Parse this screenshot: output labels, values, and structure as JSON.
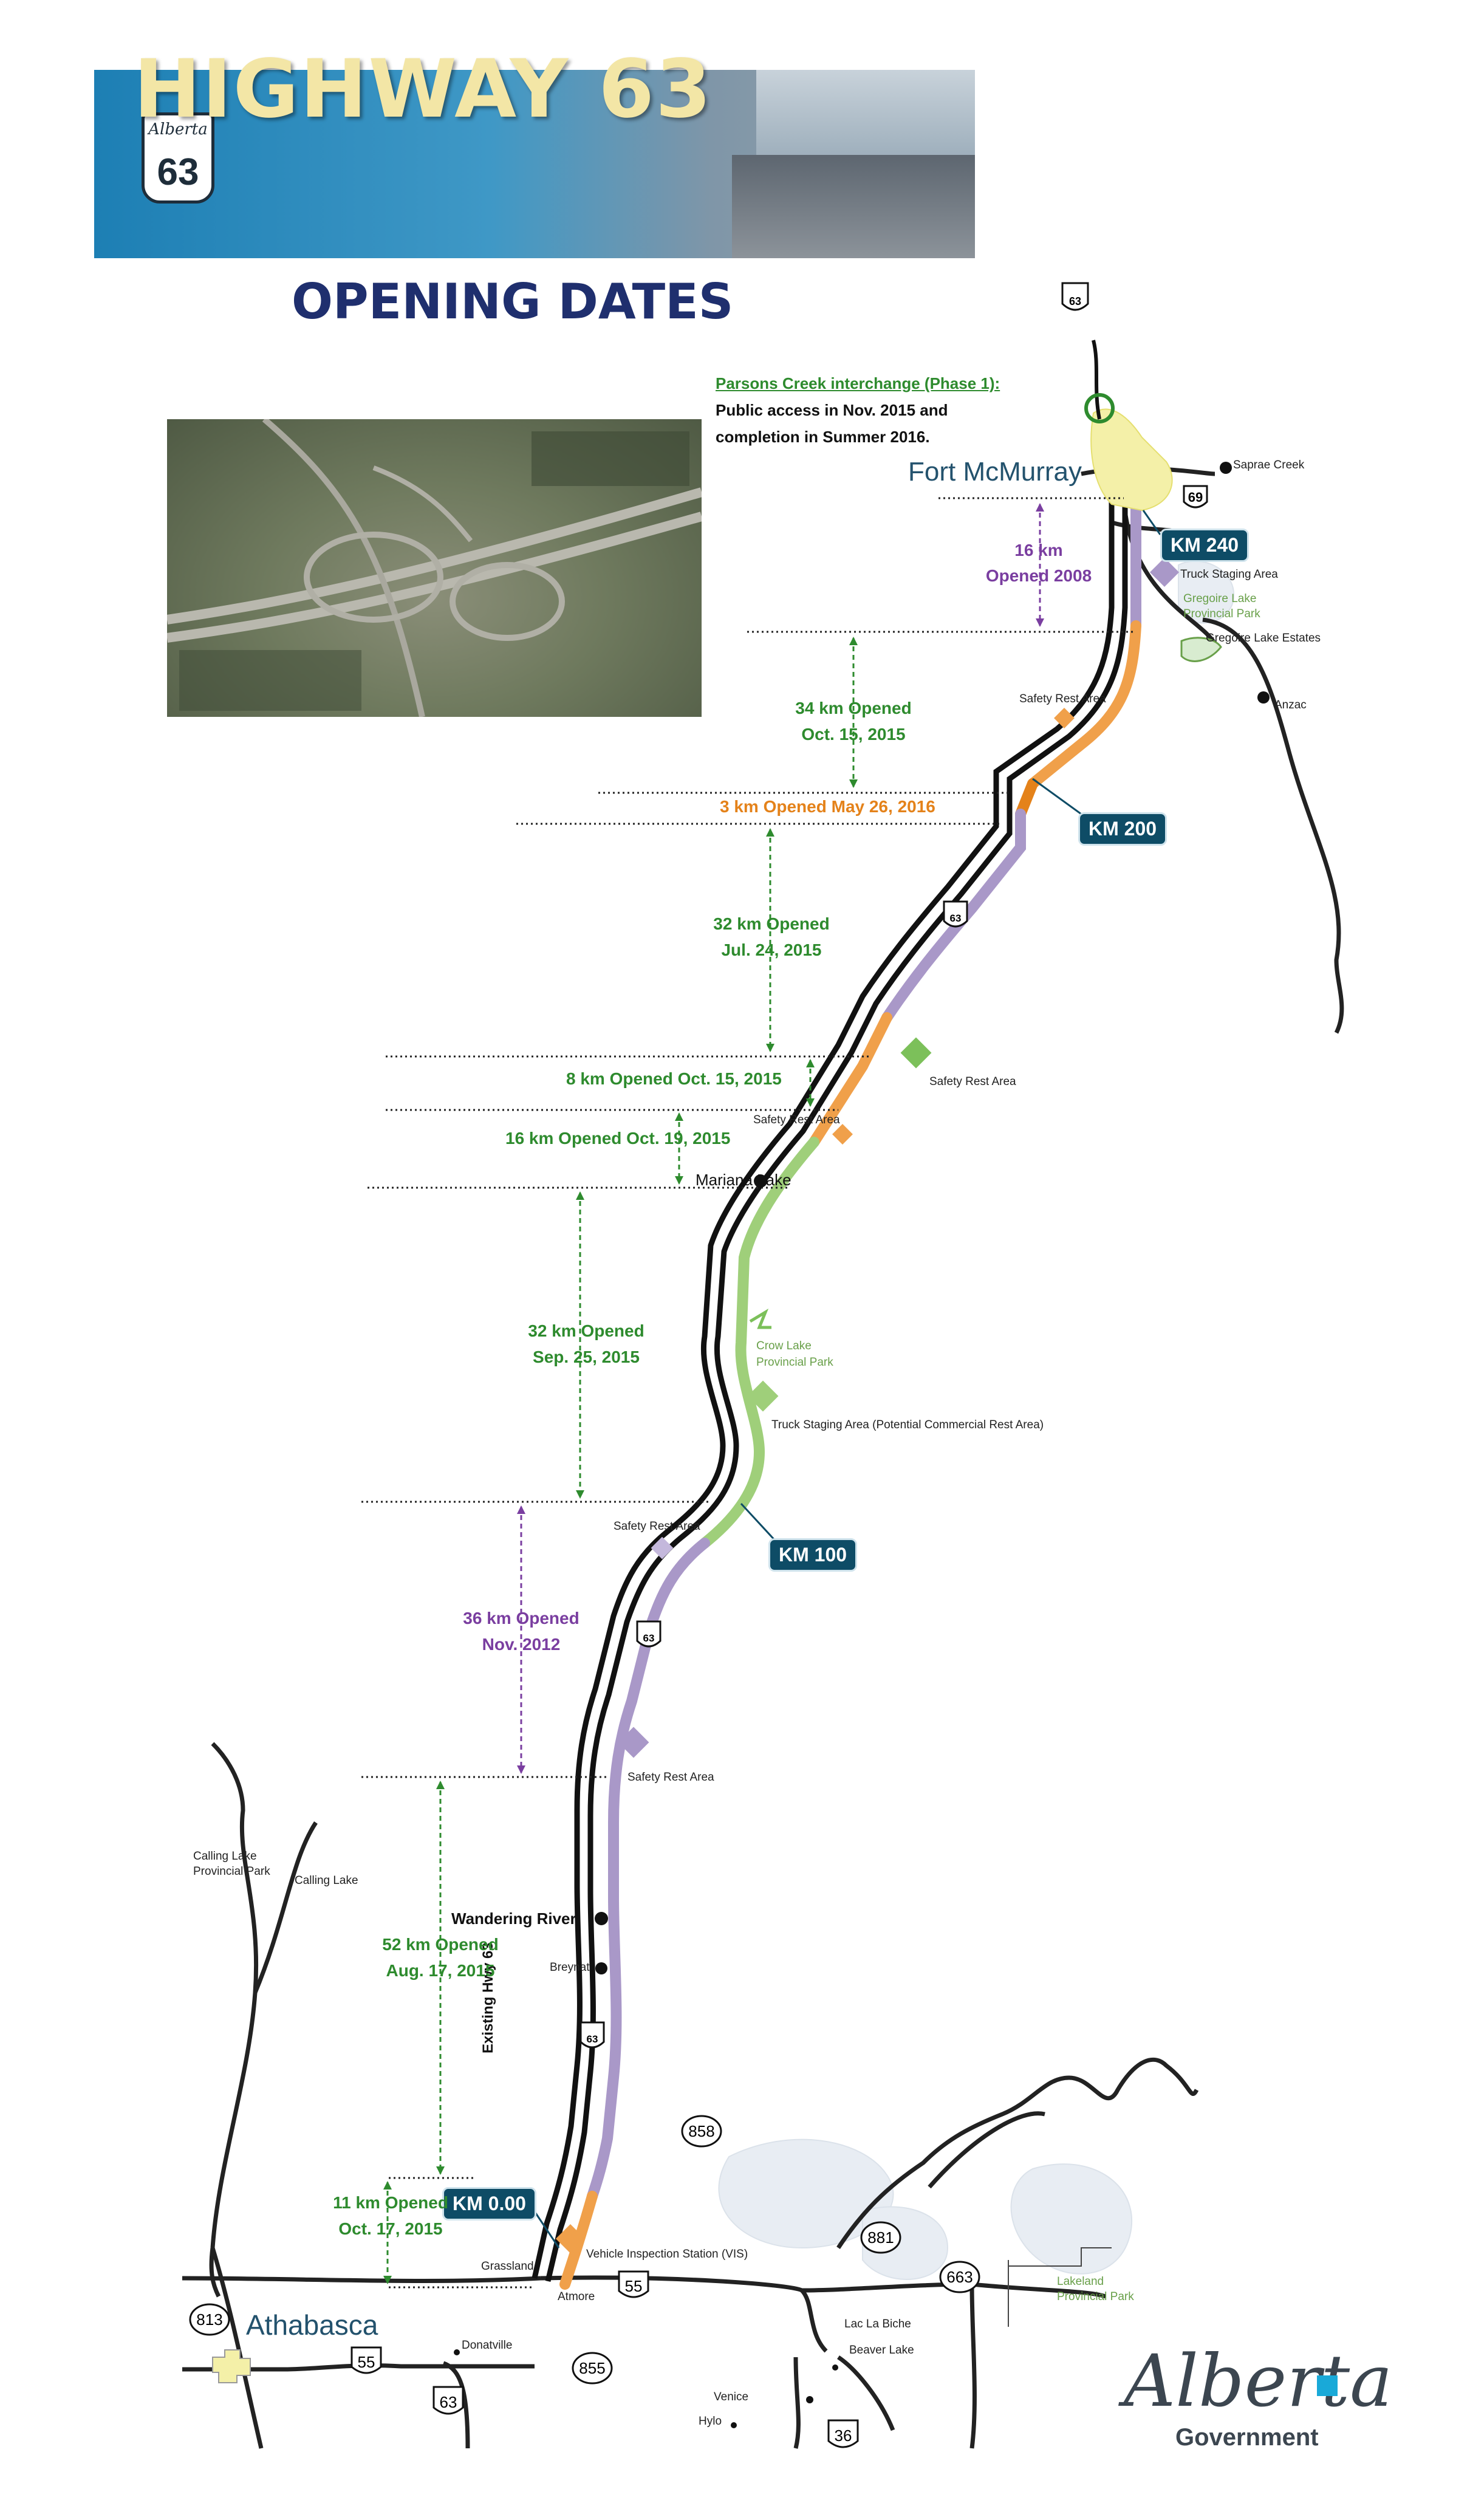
{
  "banner": {
    "title": "HIGHWAY 63",
    "shield_number": "63",
    "shield_province": "Alberta"
  },
  "page_title": "OPENING DATES",
  "parsons": {
    "heading": "Parsons Creek interchange (Phase 1):",
    "line1": "Public access in Nov. 2015 and",
    "line2": "completion in Summer 2016."
  },
  "places": {
    "fort_mcmurray": "Fort McMurray",
    "saprae_creek": "Saprae Creek",
    "anzac": "Anzac",
    "gregoire_estates": "Gregoire Lake Estates",
    "gregoire_park": [
      "Gregoire Lake",
      "Provincial Park"
    ],
    "mariana_lake": "Mariana Lake",
    "crow_lake": [
      "Crow Lake",
      "Provincial Park"
    ],
    "calling_lake_park": [
      "Calling Lake",
      "Provincial Park"
    ],
    "calling_lake": "Calling Lake",
    "wandering_river": "Wandering River",
    "breynat": "Breynat",
    "existing_hwy": "Existing Hwy 63",
    "grassland": "Grassland",
    "atmore": "Atmore",
    "athabasca": "Athabasca",
    "donatville": "Donatville",
    "venice": "Venice",
    "hylo": "Hylo",
    "lac_la_biche": "Lac La Biche",
    "beaver_lake": "Beaver Lake",
    "lakeland_park": [
      "Lakeland",
      "Provincial Park"
    ]
  },
  "facilities": {
    "truck_staging": "Truck Staging Area",
    "truck_staging_potential": "Truck Staging Area (Potential Commercial Rest Area)",
    "safety_rest": "Safety Rest Area",
    "safety_rest_short1": "Safety Rest Area",
    "safety_rest_short2": "Safety Rest Area",
    "safety_rest_short3": "Safety Rest Area",
    "safety_rest_4": "Safety Rest Area",
    "vis": "Vehicle Inspection Station (VIS)"
  },
  "km_markers": [
    "KM 240",
    "KM 200",
    "KM 100",
    "KM 0.00"
  ],
  "segments": [
    {
      "l1": "16 km",
      "l2": "Opened 2008",
      "color": "#7a3ea0"
    },
    {
      "l1": "34 km Opened",
      "l2": "Oct. 15, 2015",
      "color": "#2e8b2e"
    },
    {
      "l1": "3 km Opened May 26, 2016",
      "l2": "",
      "color": "#e4821a"
    },
    {
      "l1": "32 km Opened",
      "l2": "Jul. 24, 2015",
      "color": "#2e8b2e"
    },
    {
      "l1": "8 km Opened Oct. 15, 2015",
      "l2": "",
      "color": "#2e8b2e"
    },
    {
      "l1": "16 km Opened Oct. 19, 2015",
      "l2": "",
      "color": "#2e8b2e"
    },
    {
      "l1": "32 km Opened",
      "l2": "Sep. 25, 2015",
      "color": "#2e8b2e"
    },
    {
      "l1": "36 km Opened",
      "l2": "Nov. 2012",
      "color": "#7a3ea0"
    },
    {
      "l1": "52 km Opened",
      "l2": "Aug. 17, 2015",
      "color": "#2e8b2e"
    },
    {
      "l1": "11 km Opened",
      "l2": "Oct. 17, 2015",
      "color": "#2e8b2e"
    }
  ],
  "highway_shields": [
    "63",
    "63",
    "63",
    "63",
    "69",
    "858",
    "881",
    "663",
    "813",
    "55",
    "55",
    "63",
    "855",
    "36"
  ],
  "logo": {
    "name": "Alberta",
    "sub": "Government"
  },
  "colors": {
    "new_2015": "#2e8b2e",
    "older": "#7a3ea0",
    "new_2016": "#e4821a",
    "title": "#1f2f6e",
    "km_box": "#0e4c66"
  }
}
